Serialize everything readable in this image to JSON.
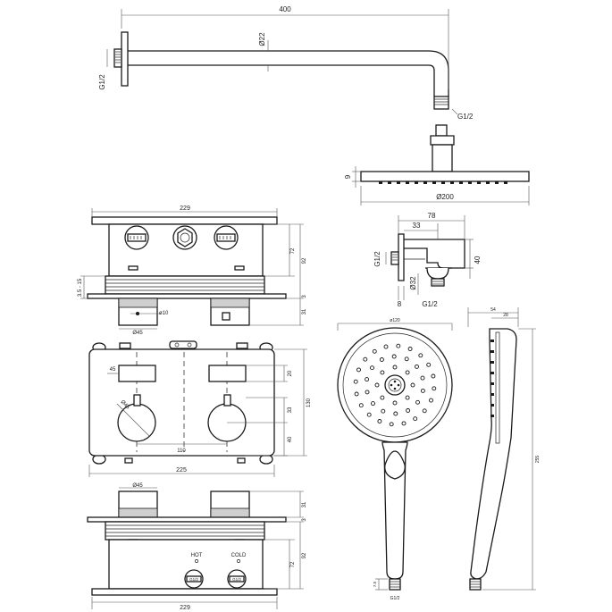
{
  "shower_arm": {
    "length": "400",
    "diameter": "Ø22",
    "wall_thread": "G1/2",
    "head_thread": "G1/2"
  },
  "shower_head": {
    "height": "9",
    "diameter": "Ø200"
  },
  "wall_outlet": {
    "width_total": "78",
    "width_inner": "33",
    "height": "40",
    "depth": "8",
    "outlet_diameter": "Ø32",
    "wall_thread": "G1/2",
    "outlet_thread": "G1/2"
  },
  "valve_top_view": {
    "width": "229",
    "height_body": "72",
    "height_total": "92",
    "plaster_depth": "3.5 - 15",
    "plate_thickness": "3",
    "knob_depth": "31",
    "knob_hole": "ø10",
    "knob_diameter": "Ø45"
  },
  "valve_front_view": {
    "button_width": "45",
    "button_height": "20",
    "knob_diameter": "Ø45",
    "knob_spacing": "110",
    "dim_33": "33",
    "dim_40": "40",
    "height": "130",
    "width": "225"
  },
  "valve_bottom_view": {
    "knob_diameter": "Ø45",
    "knob_depth": "31",
    "plate_thickness": "3",
    "height_body": "72",
    "height_total": "92",
    "hot_label": "HOT",
    "cold_label": "COLD",
    "width": "229",
    "thread_left": "G1/2",
    "thread_right": "G1/2"
  },
  "hand_shower": {
    "head_diameter": "ø120",
    "depth_total": "54",
    "depth_head": "28",
    "length": "255",
    "thread_length": "7.5",
    "thread": "G1/2"
  }
}
